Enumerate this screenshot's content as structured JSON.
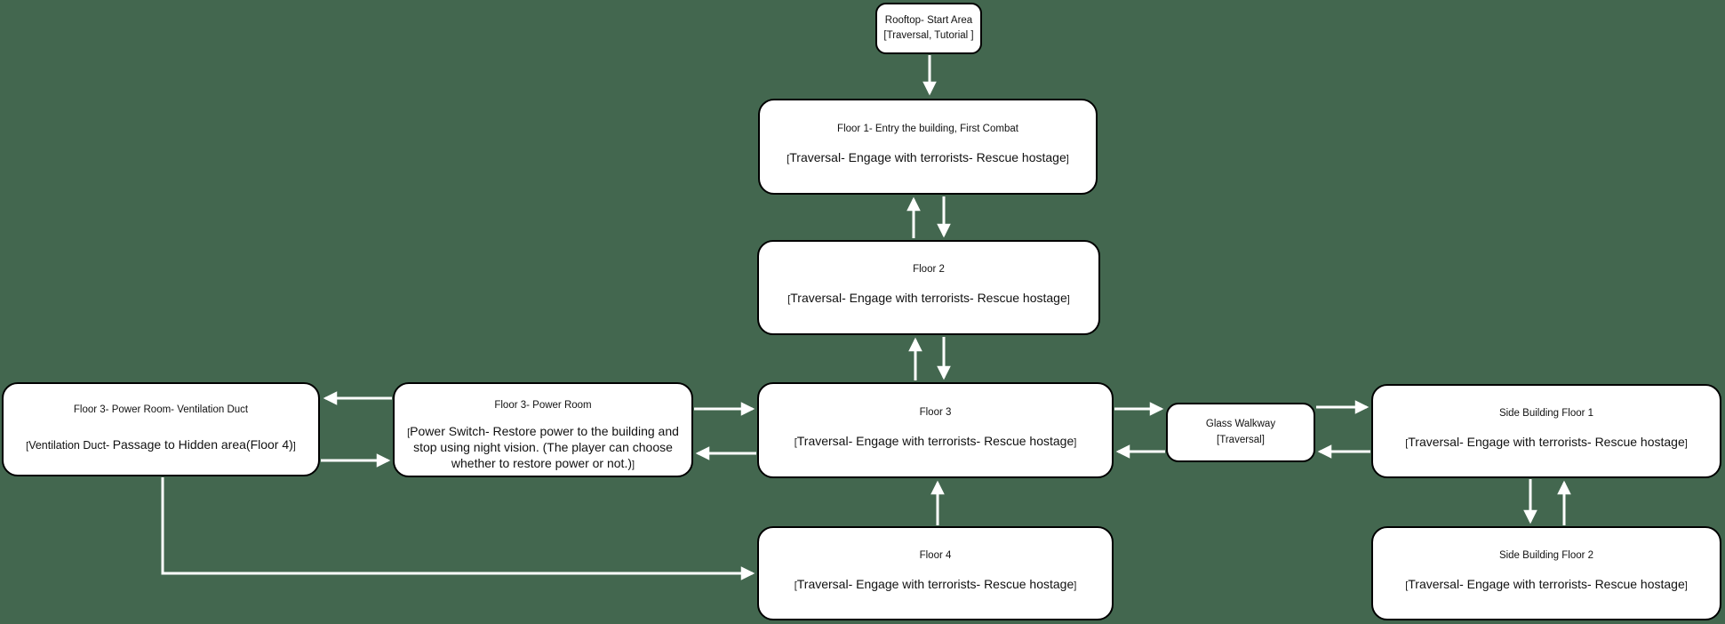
{
  "colors": {
    "background": "#43674F",
    "node_fill": "#ffffff",
    "node_border": "#000000",
    "arrow_color": "#ffffff",
    "text_color": "#111111"
  },
  "nodes": {
    "rooftop": {
      "line1": "Rooftop- Start Area",
      "line2": "[Traversal, Tutorial ]"
    },
    "floor1": {
      "title": "Floor 1- Entry the building, First Combat",
      "bracket_open": "[",
      "body": "Traversal- Engage with terrorists- Rescue hostage",
      "bracket_close": "]"
    },
    "floor2": {
      "title": "Floor 2",
      "bracket_open": "[",
      "body": "Traversal- Engage with terrorists- Rescue hostage",
      "bracket_close": "]"
    },
    "floor3": {
      "title": "Floor 3",
      "bracket_open": "[",
      "body": "Traversal- Engage with terrorists- Rescue hostage",
      "bracket_close": "]"
    },
    "power_room": {
      "title": "Floor 3- Power Room",
      "bracket_open": "[",
      "body": "Power Switch- Restore power to the building and stop using night vision. (The player can choose whether to restore power or not.)",
      "bracket_close": "]"
    },
    "vent_duct": {
      "title": "Floor 3- Power Room- Ventilation Duct",
      "bracket_open": "[",
      "body_lead": "Ventilation Duct- ",
      "body_main": "Passage to Hidden area(Floor 4)",
      "bracket_close": "]"
    },
    "glass_walkway": {
      "line1": "Glass Walkway",
      "line2": "[Traversal]"
    },
    "side1": {
      "title": "Side Building Floor 1",
      "bracket_open": "[",
      "body": "Traversal- Engage with terrorists- Rescue hostage",
      "bracket_close": "]"
    },
    "side2": {
      "title": "Side Building Floor 2",
      "bracket_open": "[",
      "body": "Traversal- Engage with terrorists- Rescue hostage",
      "bracket_close": "]"
    },
    "floor4": {
      "title": "Floor 4",
      "bracket_open": "[",
      "body": "Traversal- Engage with terrorists- Rescue hostage",
      "bracket_close": "]"
    }
  },
  "connections": [
    {
      "from": "rooftop",
      "to": "floor1",
      "type": "one-way"
    },
    {
      "from": "floor1",
      "to": "floor2",
      "type": "two-way-paired"
    },
    {
      "from": "floor2",
      "to": "floor3",
      "type": "two-way-paired"
    },
    {
      "from": "power_room",
      "to": "floor3",
      "type": "two-way-paired"
    },
    {
      "from": "power_room",
      "to": "vent_duct",
      "type": "two-way-paired"
    },
    {
      "from": "floor3",
      "to": "glass_walkway",
      "type": "two-way-paired"
    },
    {
      "from": "glass_walkway",
      "to": "side1",
      "type": "two-way-paired"
    },
    {
      "from": "side1",
      "to": "side2",
      "type": "two-way-paired"
    },
    {
      "from": "floor4",
      "to": "floor3",
      "type": "one-way"
    },
    {
      "from": "vent_duct",
      "to": "floor4",
      "type": "one-way-elbow"
    }
  ]
}
